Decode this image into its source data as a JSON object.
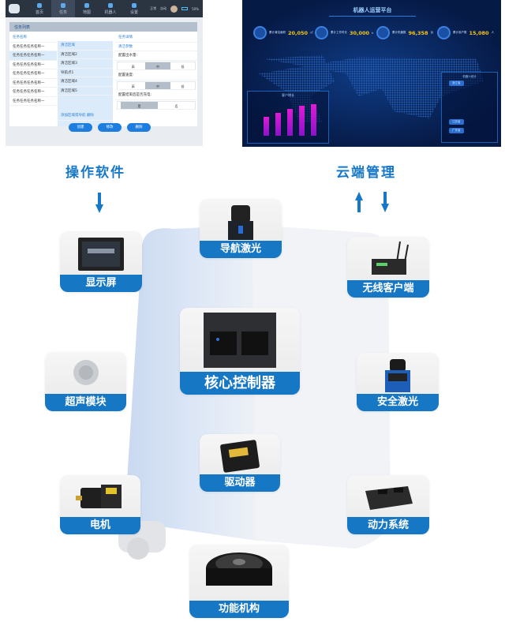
{
  "software_screenshot": {
    "nav": [
      "首页",
      "任务",
      "地图",
      "机器人",
      "设置"
    ],
    "status": [
      "正常",
      "自动"
    ],
    "battery": "50%",
    "panel_title": "任务列表",
    "col1_header": "任务名称",
    "tasks": [
      "任务任务任务名称一",
      "任务任务任务名称一",
      "任务任务任务名称一",
      "任务任务任务名称一",
      "任务任务任务名称一",
      "任务任务任务名称一",
      "任务任务任务名称一"
    ],
    "col2_header": "清洁区域",
    "areas": [
      "清洁区域2",
      "清洁区域3",
      "导航点1",
      "清洁区域4",
      "清洁区域5"
    ],
    "col2_footer": [
      "添加区域或导航",
      "删除"
    ],
    "col3_header": "任务详情",
    "col3_sub": "清洁参数",
    "param1": "配置出水量:",
    "param2": "配置速度:",
    "param3": "配置结束后是否充电:",
    "levels": [
      "高",
      "中",
      "低"
    ],
    "yesno": [
      "是",
      "否"
    ],
    "buttons": [
      "创建",
      "修改",
      "删除"
    ]
  },
  "cloud_screenshot": {
    "title": "机器人运营平台",
    "stats": [
      {
        "label": "累计清洁面积",
        "value": "20,050",
        "unit": "㎡"
      },
      {
        "label": "累计工作时长",
        "value": "30,000",
        "unit": "h"
      },
      {
        "label": "累计机器数",
        "value": "96,358",
        "unit": "台"
      },
      {
        "label": "累计用户数",
        "value": "15,080",
        "unit": "人"
      }
    ],
    "chart_title": "客户增长",
    "chart_bars": [
      60,
      72,
      85,
      95,
      100
    ],
    "side_title": "机器人统计",
    "side_tags": [
      "浙江省",
      "江苏省",
      "广东省"
    ]
  },
  "headings": {
    "software": "操作软件",
    "cloud": "云端管理"
  },
  "colors": {
    "accent": "#1677c4",
    "heading": "#1878c8"
  },
  "components": {
    "display": "显示屏",
    "nav_laser": "导航激光",
    "wireless": "无线客户端",
    "controller": "核心控制器",
    "ultrasonic": "超声模块",
    "safety_laser": "安全激光",
    "driver": "驱动器",
    "motor": "电机",
    "power": "动力系统",
    "function": "功能机构"
  }
}
